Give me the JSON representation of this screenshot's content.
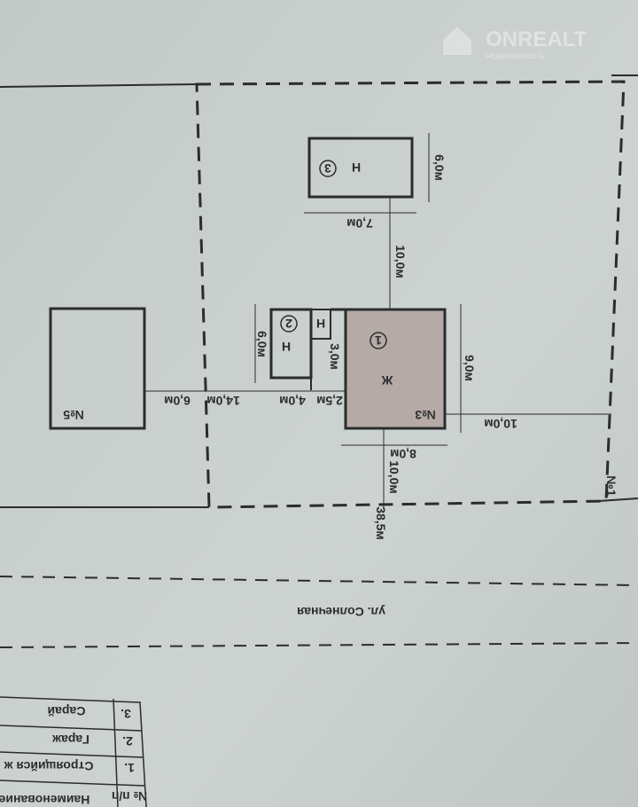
{
  "watermark": {
    "brand": "ONREALT",
    "tagline": "недвижимость"
  },
  "plan": {
    "buildings": [
      {
        "number": "1",
        "type": "Ж",
        "label": "№3"
      },
      {
        "number": "2",
        "type": "Н"
      },
      {
        "number": "3",
        "type": "Н"
      },
      {
        "type": "Н"
      }
    ],
    "neighbors": {
      "left": "№5",
      "right": "№1"
    },
    "dimensions": {
      "shed_height": "6,0м",
      "shed_width": "7,0м",
      "shed_to_house": "10,0м",
      "garage_height": "6,0м",
      "small_height": "3,0м",
      "house_height": "9,0м",
      "house_to_right": "10,0м",
      "house_width": "8,0м",
      "house_to_street": "10,0м",
      "plot_width": "38,5м",
      "gap_a": "2,5м",
      "gap_b": "4,0м",
      "gap_c": "14,0м",
      "gap_d": "6,0м"
    },
    "street": "ул. Солнечная"
  },
  "legend": {
    "header_num": "№ п/п",
    "header_name": "Наименование",
    "rows": [
      {
        "num": "1.",
        "name": "Строящийся ж"
      },
      {
        "num": "2.",
        "name": "Гараж"
      },
      {
        "num": "3.",
        "name": "Сарай"
      }
    ]
  },
  "colors": {
    "paper": "#c9cfcc",
    "ink": "#2a2d2e",
    "house_fill": "#b5aaa5"
  }
}
